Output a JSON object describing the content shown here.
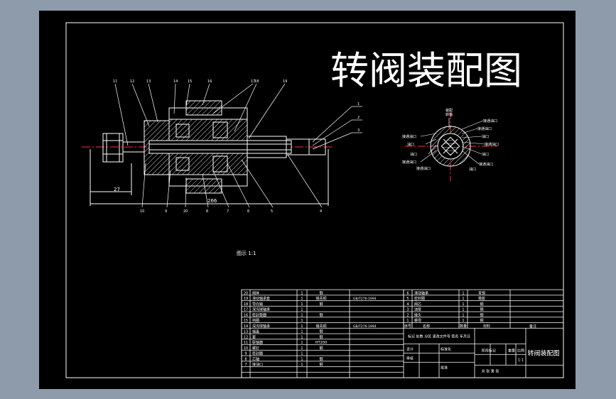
{
  "drawing": {
    "main_title": "转阀装配图",
    "title_block_name": "转阀装配图",
    "scale_note": "图示 1:1",
    "colors": {
      "viewport_bg": "#8e9bab",
      "sheet": "#000000",
      "line": "#ffffff",
      "centerline": "#ff3030",
      "hatch": "#cfcfcf"
    }
  },
  "leaders_top": [
    "11",
    "12",
    "13",
    "14",
    "15",
    "16",
    "17",
    "18",
    "19"
  ],
  "leaders_right": [
    "1",
    "2",
    "3"
  ],
  "leaders_bottom": [
    "10",
    "9",
    "20",
    "8",
    "7",
    "6",
    "5",
    "4"
  ],
  "dimensions": {
    "left": "27",
    "overall": "266"
  },
  "section_labels": {
    "top": "装配\n转轴",
    "right": [
      "接通油口",
      "接通油口",
      "油口",
      "接通油口",
      "油口",
      "接通油口"
    ],
    "left": [
      "接通油口",
      "油口",
      "油口",
      "接通油口"
    ],
    "bottom": [
      "接通油口",
      "油口"
    ]
  },
  "bom_left": [
    {
      "no": "20",
      "name": "阀体",
      "qty": "1",
      "mat": "钢"
    },
    {
      "no": "19",
      "name": "滑动轴承套",
      "qty": "1",
      "mat": "锡青铜",
      "std": "GB/T276-1994"
    },
    {
      "no": "18",
      "name": "导向销",
      "qty": "1",
      "mat": "钢"
    },
    {
      "no": "17",
      "name": "深沟球轴承",
      "qty": "1",
      "mat": ""
    },
    {
      "no": "16",
      "name": "密封垫圈",
      "qty": "1",
      "mat": "钢"
    },
    {
      "no": "15",
      "name": "挡圈",
      "qty": "1",
      "mat": ""
    },
    {
      "no": "14",
      "name": "深沟球轴承",
      "qty": "1",
      "mat": "锡青铜",
      "std": "GB/T276-1994"
    },
    {
      "no": "13",
      "name": "端盖",
      "qty": "1",
      "mat": "钢"
    },
    {
      "no": "12",
      "name": "套",
      "qty": "1",
      "mat": "钢"
    },
    {
      "no": "11",
      "name": "联轴器",
      "qty": "1",
      "mat": "HT200"
    },
    {
      "no": "10",
      "name": "螺钉",
      "qty": "1",
      "mat": "钢"
    },
    {
      "no": "9",
      "name": "密封圈",
      "qty": "1",
      "mat": ""
    },
    {
      "no": "8",
      "name": "芯轴",
      "qty": "1",
      "mat": "钢"
    },
    {
      "no": "7",
      "name": "接油口",
      "qty": "1",
      "mat": "钢"
    }
  ],
  "bom_right": [
    {
      "no": "6",
      "name": "滑动轴承",
      "qty": "1",
      "mat": "青铜"
    },
    {
      "no": "5",
      "name": "密封圈",
      "qty": "1",
      "mat": "橡胶"
    },
    {
      "no": "4",
      "name": "阀芯",
      "qty": "1",
      "mat": "钢"
    },
    {
      "no": "3",
      "name": "油管",
      "qty": "1",
      "mat": "钢"
    },
    {
      "no": "2",
      "name": "接头",
      "qty": "1",
      "mat": "钢"
    },
    {
      "no": "1",
      "name": "螺母",
      "qty": "1",
      "mat": "钢"
    }
  ],
  "bom_header": [
    "序号",
    "名称",
    "数量",
    "材料",
    "备注"
  ],
  "title_block": {
    "row1": "标记 处数 分区 更改文件号 签名 年月日",
    "design": "设计",
    "review": "审核",
    "std": "标准化",
    "approve": "批准",
    "stage_mark": "阶段标记",
    "weight": "重量",
    "ratio": "比例",
    "ratio_val": "1:1",
    "sheet": "共 张 第 张"
  }
}
